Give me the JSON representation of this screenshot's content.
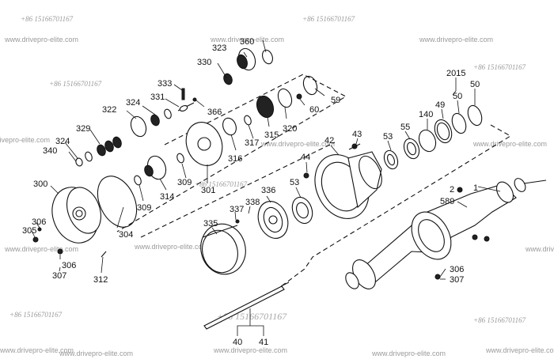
{
  "watermarks": {
    "phone": "+86 15166701167",
    "site": "www.drivepro-elite.com"
  },
  "parts": {
    "p1": "1",
    "p2": "2",
    "p40": "40",
    "p41": "41",
    "p42": "42",
    "p43": "43",
    "p44": "44",
    "p49": "49",
    "p50a": "50",
    "p50b": "50",
    "p53a": "53",
    "p53b": "53",
    "p55": "55",
    "p59": "59",
    "p60": "60",
    "p140": "140",
    "p300": "300",
    "p301": "301",
    "p304": "304",
    "p305": "305",
    "p306a": "306",
    "p306b": "306",
    "p306c": "306",
    "p307a": "307",
    "p307b": "307",
    "p309a": "309",
    "p309b": "309",
    "p312": "312",
    "p314": "314",
    "p315": "315",
    "p316": "316",
    "p317": "317",
    "p320": "320",
    "p322": "322",
    "p323": "323",
    "p324a": "324",
    "p324b": "324",
    "p329": "329",
    "p330": "330",
    "p331": "331",
    "p333": "333",
    "p335": "335",
    "p336": "336",
    "p337": "337",
    "p338": "338",
    "p340": "340",
    "p360": "360",
    "p366": "366",
    "p589": "589",
    "p2015": "2015"
  }
}
